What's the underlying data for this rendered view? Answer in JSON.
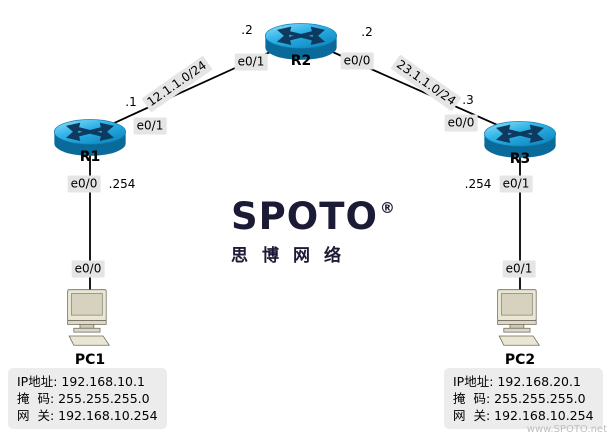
{
  "nodes": {
    "r1": "R1",
    "r2": "R2",
    "r3": "R3",
    "pc1": "PC1",
    "pc2": "PC2"
  },
  "link_r1_r2": {
    "network": "12.1.1.0/24",
    "r2_ip": ".2",
    "r2_if": "e0/1",
    "r1_ip": ".1",
    "r1_if": "e0/1"
  },
  "link_r2_r3": {
    "network": "23.1.1.0/24",
    "r2_ip": ".2",
    "r2_if": "e0/0",
    "r3_ip": ".3",
    "r3_if": "e0/0"
  },
  "link_r1_pc1": {
    "r1_if": "e0/0",
    "r1_ip": ".254",
    "pc1_if": "e0/0"
  },
  "link_r3_pc2": {
    "r3_ip": ".254",
    "r3_if": "e0/1",
    "pc2_if": "e0/1"
  },
  "logo": {
    "brand": "SPOTO",
    "reg": "®",
    "subtitle": "思博网络"
  },
  "pc1_info": {
    "ip": "IP地址: 192.168.10.1",
    "mask": "掩  码: 255.255.255.0",
    "gateway": "网  关: 192.168.10.254"
  },
  "pc2_info": {
    "ip": "IP地址: 192.168.20.1",
    "mask": "掩  码: 255.255.255.0",
    "gateway": "网  关: 192.168.10.254"
  },
  "watermark": "www.SPOTO.net",
  "colors": {
    "router_top": "#2fb3e8",
    "router_side": "#0a6a9a",
    "arrow": "#0d3a5e",
    "chip_bg": "#e5e5e5",
    "logo_text": "#1b1b35"
  }
}
